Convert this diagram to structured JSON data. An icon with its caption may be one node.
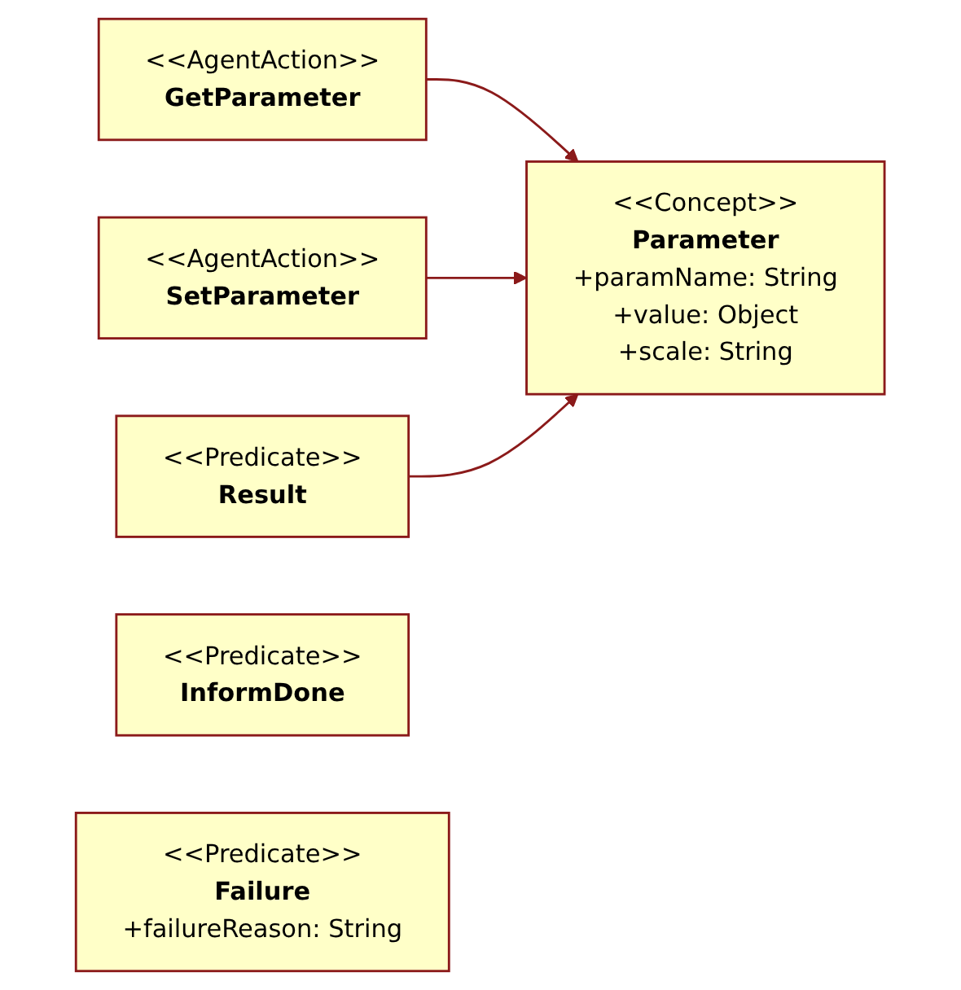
{
  "diagram": {
    "nodes": [
      {
        "text": [
          "<<AgentAction>>",
          "GetParameter"
        ]
      },
      {
        "text": [
          "<<Concept>>",
          "Parameter",
          "+paramName: String",
          "+value: Object",
          "+scale: String"
        ]
      },
      {
        "text": [
          "<<AgentAction>>",
          "SetParameter"
        ]
      },
      {
        "text": [
          "<<Predicate>>",
          "Result"
        ]
      },
      {
        "text": [
          "<<Predicate>>",
          "InformDone"
        ]
      },
      {
        "text": [
          "<<Predicate>>",
          "Failure",
          "+failureReason: String"
        ]
      }
    ],
    "edges": [
      {
        "from": 0,
        "to": 1,
        "arrow": "to"
      },
      {
        "from": 2,
        "to": 1,
        "arrow": "to"
      },
      {
        "from": 3,
        "to": 1,
        "arrow": "to"
      }
    ]
  }
}
